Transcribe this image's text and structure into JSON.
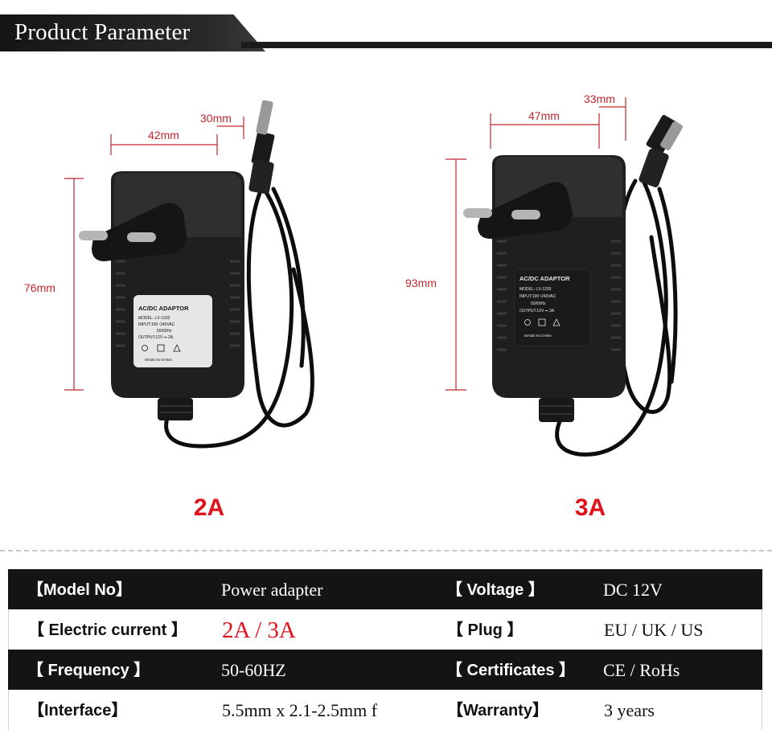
{
  "header": {
    "title": "Product Parameter"
  },
  "products": [
    {
      "amp": "2A",
      "width": "42mm",
      "plug_len": "30mm",
      "height": "76mm",
      "label_title": "AC/DC ADAPTOR",
      "label_model": "MODEL: LX-1202",
      "label_input": "INPUT:100~240VAC",
      "label_freq": "50/60Hz",
      "label_output": "OUTPUT:12V ⎓ 2A",
      "label_made": "MADE IN CHINA"
    },
    {
      "amp": "3A",
      "width": "47mm",
      "plug_len": "33mm",
      "height": "93mm",
      "label_title": "AC/DC ADAPTOR",
      "label_model": "MODEL: LX-1203",
      "label_input": "INPUT:100~240VAC",
      "label_freq": "50/60Hz",
      "label_output": "OUTPUT:12V ⎓ 3A",
      "label_made": "MADE IN CHINA"
    }
  ],
  "specs": {
    "rows": [
      {
        "k1": "【Model No】",
        "v1": "Power adapter",
        "k2": "【 Voltage 】",
        "v2": "DC 12V"
      },
      {
        "k1": "【 Electric current 】",
        "v1": "2A / 3A",
        "k2": "【 Plug  】",
        "v2": "EU / UK / US"
      },
      {
        "k1": "【 Frequency 】",
        "v1": "50-60HZ",
        "k2": "【 Certificates 】",
        "v2": "CE / RoHs"
      },
      {
        "k1": "【Interface】",
        "v1": "5.5mm x 2.1-2.5mm f",
        "k2": "【Warranty】",
        "v2": "3 years"
      }
    ]
  },
  "colors": {
    "accent": "#e0111a",
    "dimension": "#c0272d",
    "dark_row": "#141414"
  },
  "icons": [
    "adapter-2a-photo",
    "adapter-3a-photo"
  ]
}
